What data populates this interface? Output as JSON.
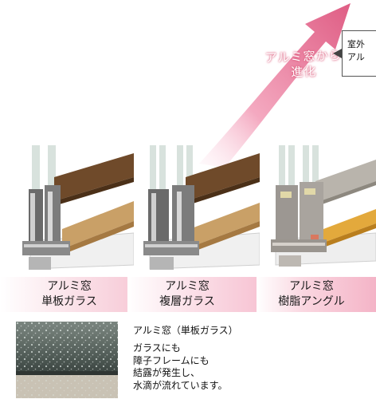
{
  "arrow": {
    "line1": "アルミ窓から",
    "line2": "進化"
  },
  "callout": {
    "line1": "室外",
    "line2": "アル"
  },
  "windows": [
    {
      "line1": "アルミ窓",
      "line2": "単板ガラス"
    },
    {
      "line1": "アルミ窓",
      "line2": "複層ガラス"
    },
    {
      "line1": "アルミ窓",
      "line2": "樹脂アングル"
    }
  ],
  "caption": {
    "title": "アルミ窓（単板ガラス）",
    "lines": [
      "ガラスにも",
      "障子フレームにも",
      "結露が発生し、",
      "水滴が流れています。"
    ]
  },
  "colors": {
    "arrow_pink": "#e8809d",
    "band_pink": "#f6bfd0",
    "wood": "#8b5a2b"
  }
}
